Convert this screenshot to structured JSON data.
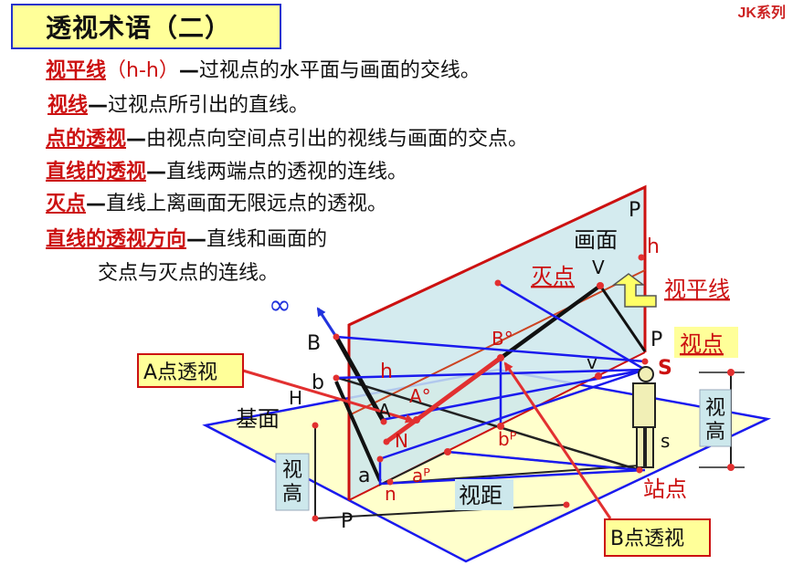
{
  "header": {
    "title": "透视术语（二）",
    "series": "JK系列"
  },
  "definitions": [
    {
      "term": "视平线",
      "extra": "（h-h）",
      "dash": "—",
      "text": "过视点的水平面与画面的交线。"
    },
    {
      "term": "视线",
      "extra": "",
      "dash": "—",
      "text": "过视点所引出的直线。"
    },
    {
      "term": "点的透视",
      "extra": "",
      "dash": "—",
      "text": "由视点向空间点引出的视线与画面的交点。"
    },
    {
      "term": "直线的透视",
      "extra": "",
      "dash": "—",
      "text": "直线两端点的透视的连线。"
    },
    {
      "term": "灭点",
      "extra": "",
      "dash": "—",
      "text": "直线上离画面无限远点的透视。"
    },
    {
      "term": "直线的透视方向",
      "extra": "",
      "dash": "—",
      "text": "直线和画面的"
    }
  ],
  "definition_continuation": "交点与灭点的连线。",
  "diagram": {
    "callouts": {
      "a_perspective": "A点透视",
      "b_perspective": "B点透视",
      "picture_plane": "画面",
      "vanishing_point": "灭点",
      "horizon_line": "视平线",
      "viewpoint": "视点",
      "station_point": "站点",
      "ground_plane": "基面",
      "eye_height_left": "视高",
      "eye_height_right": "视高",
      "view_distance": "视距"
    },
    "points": {
      "P_top": "P",
      "h_right": "h",
      "V_upper": "V",
      "P_right": "P",
      "S": "S",
      "v_lower": "v",
      "s": "s",
      "B": "B",
      "b": "b",
      "h_left": "h",
      "H": "H",
      "A": "A",
      "A0": "A°",
      "N": "N",
      "B0": "B°",
      "bp": "bᴾ",
      "a": "a",
      "ap": "aᴾ",
      "n": "n",
      "P_bottom": "P",
      "infinity": "∞"
    },
    "colors": {
      "ground_fill": "#ffffcc",
      "ground_edge": "#1a1aee",
      "picture_plane_fill": "#cde8ec",
      "picture_plane_edge": "#cc1111",
      "sight_lines": "#1a1aee",
      "callout_box": "#ffff99",
      "label_box": "#cde8ec",
      "arrow_red": "#e23030",
      "accent_red": "#cc1111"
    }
  }
}
